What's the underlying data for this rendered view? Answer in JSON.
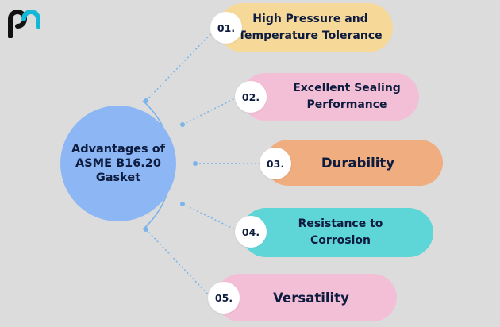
{
  "hub": {
    "title": "Advantages of ASME B16.20 Gasket",
    "color": "#8db7f4"
  },
  "items": [
    {
      "number": "01.",
      "label_line1": "High Pressure and",
      "label_line2": "Temperature Tolerance",
      "color": "#f6d898"
    },
    {
      "number": "02.",
      "label_line1": "Excellent Sealing",
      "label_line2": "Performance",
      "color": "#f3bfd6"
    },
    {
      "number": "03.",
      "label_line1": "Durability",
      "label_line2": "",
      "color": "#f0ad7f"
    },
    {
      "number": "04.",
      "label_line1": "Resistance to",
      "label_line2": "Corrosion",
      "color": "#5ed6d8"
    },
    {
      "number": "05.",
      "label_line1": "Versatility",
      "label_line2": "",
      "color": "#f3bfd6"
    }
  ],
  "colors": {
    "background": "#dcdcdc",
    "connector": "#7ab4ea",
    "text": "#0d1b3e"
  },
  "icons": {
    "logo": "brand-logo-icon"
  }
}
